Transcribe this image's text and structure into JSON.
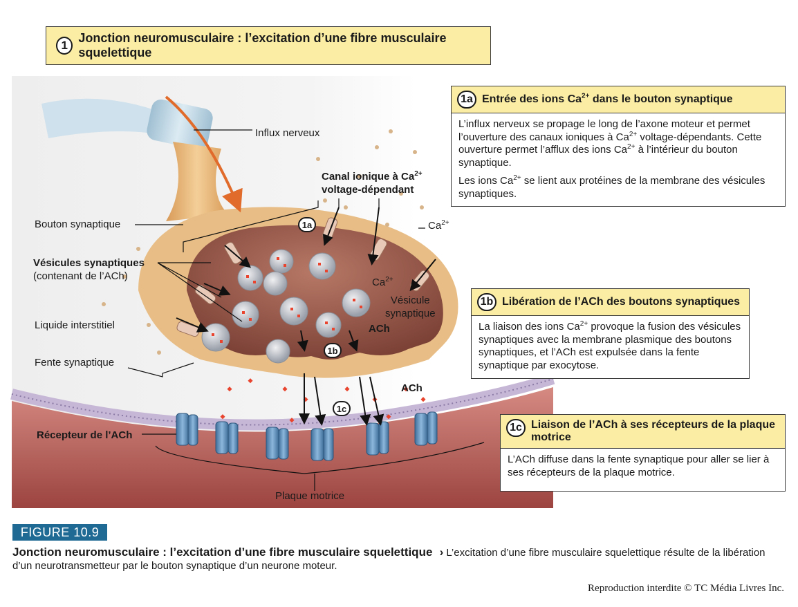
{
  "title": {
    "num": "1",
    "text": "Jonction neuromusculaire : l’excitation d’une fibre musculaire squelettique"
  },
  "box1a": {
    "num": "1a",
    "head_pre": "Entrée des ions Ca",
    "head_sup": "2+",
    "head_post": " dans le bouton synaptique",
    "p1_a": "L’influx nerveux se propage le long de l’axone moteur et permet l’ouverture des canaux ioniques à Ca",
    "p1_sup1": "2+",
    "p1_b": " voltage-dépendants. Cette ouverture permet l’afflux des ions Ca",
    "p1_sup2": "2+",
    "p1_c": " à l’intérieur du bouton synaptique.",
    "p2_a": "Les ions Ca",
    "p2_sup": "2+",
    "p2_b": " se lient aux protéines de la membrane des vésicules synaptiques."
  },
  "box1b": {
    "num": "1b",
    "head": "Libération de l’ACh des boutons synaptiques",
    "p_a": "La liaison des ions Ca",
    "p_sup": "2+",
    "p_b": " provoque la fusion des vésicules synaptiques avec la membrane plasmique des boutons synaptiques, et l’ACh est expulsée dans la fente synaptique par exocytose."
  },
  "box1c": {
    "num": "1c",
    "head": "Liaison de l’ACh à ses récepteurs de la plaque motrice",
    "p": "L’ACh diffuse dans la fente synaptique pour aller se lier à ses récepteurs de la plaque motrice."
  },
  "labels": {
    "influx": "Influx nerveux",
    "canal_a": "Canal ionique à Ca",
    "canal_sup": "2+",
    "canal_b": "voltage-dépendant",
    "bouton": "Bouton synaptique",
    "ca_top": "Ca",
    "ca_top_sup": "2+",
    "vesicules_a": "Vésicules synaptiques",
    "vesicules_b": "(contenant de l’ACh)",
    "ca_mid": "Ca",
    "ca_mid_sup": "2+",
    "vesicule_a": "Vésicule",
    "vesicule_b": "synaptique",
    "ach1": "ACh",
    "liquide": "Liquide interstitiel",
    "fente": "Fente synaptique",
    "ach2": "ACh",
    "recepteur": "Récepteur de l’ACh",
    "plaque": "Plaque motrice",
    "step_1a": "1a",
    "step_1b": "1b",
    "step_1c": "1c"
  },
  "figure": {
    "tag": "FIGURE 10.9",
    "caption_title": "Jonction neuromusculaire : l’excitation d’une fibre musculaire squelettique",
    "caption_arrow": "›",
    "caption_text": " L’excitation d’une fibre musculaire squelettique résulte de la libération d’un neurotransmetteur par le bouton synaptique d’un neurone moteur.",
    "credit": "Reproduction interdite © TC Média Livres Inc."
  },
  "colors": {
    "header_fill": "#fbeea4",
    "figure_tag": "#1e6a94",
    "terminal": "#e3b87e",
    "cytoplasm": "#9a5a4a",
    "muscle": "#b8605c",
    "receptor": "#5a8fbd",
    "ach": "#e8442e"
  }
}
